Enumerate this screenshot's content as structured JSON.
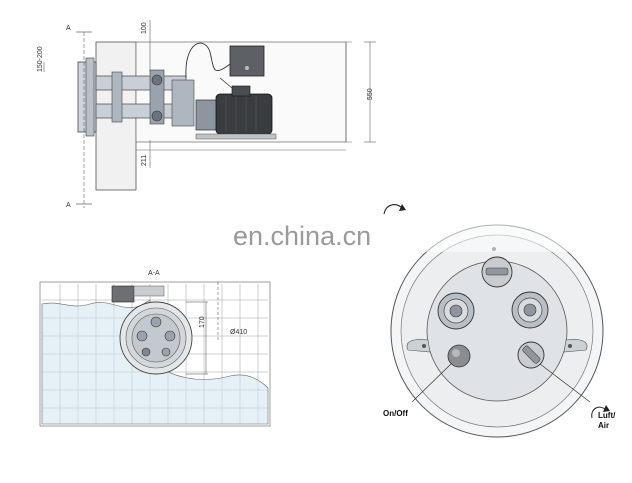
{
  "watermark": "en.china.cn",
  "top_view": {
    "section_marker_top": "A",
    "section_marker_bottom": "A",
    "dim_top_left": "150-200",
    "dim_top": "100",
    "dim_bottom": "211",
    "dim_height": "550"
  },
  "section_view": {
    "section_label": "A-A",
    "dim_height": "170",
    "dim_diameter": "Ø410"
  },
  "front_view": {
    "label_on_off": "On/Off",
    "label_air": "Luft/\nAir",
    "label_air_line1": "Luft/",
    "label_air_line2": "Air"
  }
}
